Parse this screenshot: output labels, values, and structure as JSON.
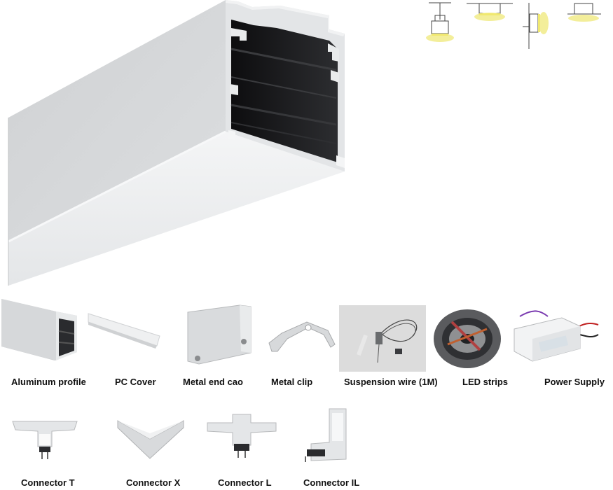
{
  "mounting_icons": [
    "pendant-mount-icon",
    "ceiling-surface-mount-icon",
    "wall-mount-icon",
    "recessed-mount-icon"
  ],
  "accessories": [
    {
      "label": "Aluminum profile",
      "icon": "aluminum-profile-image"
    },
    {
      "label": "PC Cover",
      "icon": "pc-cover-image"
    },
    {
      "label": "Metal end cao",
      "icon": "metal-end-cap-image"
    },
    {
      "label": "Metal clip",
      "icon": "metal-clip-image"
    },
    {
      "label": "Suspension wire (1M)",
      "icon": "suspension-wire-image"
    },
    {
      "label": "LED strips",
      "icon": "led-strip-reel-image"
    },
    {
      "label": "Power Supply",
      "icon": "power-supply-image"
    }
  ],
  "connectors": [
    {
      "label": "Connector T",
      "icon": "connector-t-image"
    },
    {
      "label": "Connector X",
      "icon": "connector-x-image"
    },
    {
      "label": "Connector L",
      "icon": "connector-l-image"
    },
    {
      "label": "Connector IL",
      "icon": "connector-il-image"
    }
  ],
  "colors": {
    "aluminum": "#d6d8da",
    "shadow": "#1c1c1e",
    "glow": "#f3ee9a",
    "label": "#111111"
  }
}
